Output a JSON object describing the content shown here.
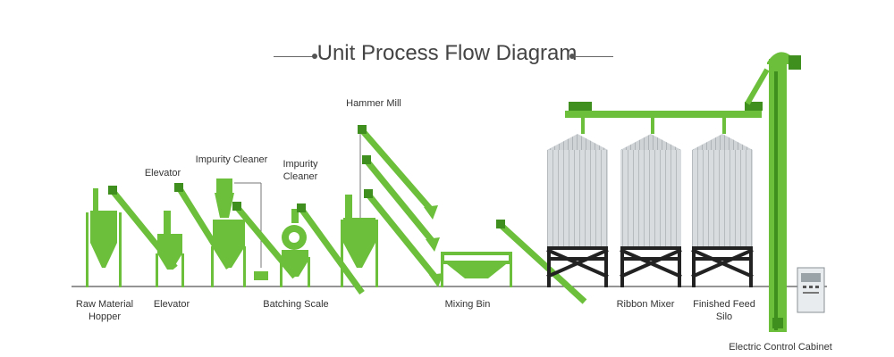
{
  "diagram": {
    "title": "Unit Process Flow Diagram",
    "colors": {
      "equipment": "#6cbf3b",
      "equipment_dark": "#3f8f1e",
      "silo_body": "#d7dadc",
      "silo_rib": "#9da3a7",
      "silo_legs": "#222222",
      "ground": "#555555",
      "cabinet": "#e9ecee"
    },
    "labels": {
      "raw_material_hopper": "Raw Material\nHopper",
      "elevator_bottom": "Elevator",
      "elevator_top": "Elevator",
      "impurity_cleaner_top": "Impurity Cleaner",
      "impurity_cleaner_second": "Impurity\nCleaner",
      "batching_scale": "Batching Scale",
      "hammer_mill": "Hammer Mill",
      "mixing_bin": "Mixing Bin",
      "ribbon_mixer": "Ribbon Mixer",
      "finished_feed_silo": "Finished Feed\nSilo",
      "electric_control_cabinet": "Electric Control Cabinet"
    }
  }
}
